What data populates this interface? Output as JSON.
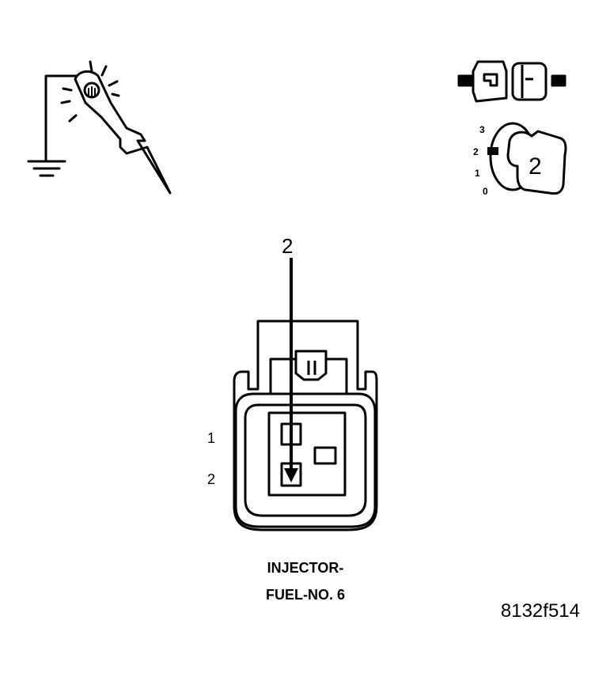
{
  "probe_tool": {
    "icon": "test-light-probe-icon",
    "ground_icon": "ground-symbol-icon"
  },
  "connector_icon": {
    "icon": "disconnected-connector-icon"
  },
  "ignition_switch": {
    "icon": "ignition-switch-icon",
    "positions": [
      "3",
      "2",
      "1",
      "0"
    ],
    "selected_position": "2"
  },
  "probe_pin_label": "2",
  "pin_labels": [
    "1",
    "2"
  ],
  "title_line1": "INJECTOR-",
  "title_line2": "FUEL-NO. 6",
  "figure_id": "8132f514",
  "colors": {
    "ink": "#000000",
    "background": "#ffffff"
  }
}
